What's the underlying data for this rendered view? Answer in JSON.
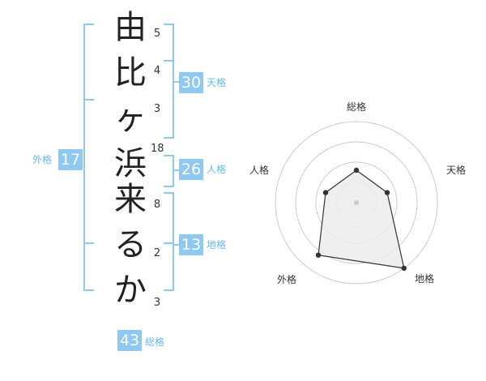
{
  "name_chars": [
    "由",
    "比",
    "ヶ",
    "浜",
    "来",
    "る",
    "か"
  ],
  "strokes": [
    "5",
    "4",
    "3",
    "18",
    "8",
    "2",
    "3"
  ],
  "kakus": {
    "tenkaku": {
      "value": "30",
      "label": "天格"
    },
    "jinkaku": {
      "value": "26",
      "label": "人格"
    },
    "chikaku": {
      "value": "13",
      "label": "地格"
    },
    "gaikaku": {
      "value": "17",
      "label": "外格"
    },
    "soukaku": {
      "value": "43",
      "label": "総格"
    }
  },
  "radar": {
    "labels": {
      "soukaku": "総格",
      "tenkaku": "天格",
      "chikaku": "地格",
      "gaikaku": "外格",
      "jinkaku": "人格"
    },
    "chart_data": {
      "type": "radar",
      "categories": [
        "総格",
        "天格",
        "地格",
        "外格",
        "人格"
      ],
      "values": [
        2,
        2,
        5,
        4,
        2
      ],
      "max": 5,
      "rings": 4,
      "fill_color": "#ececec",
      "line_color": "#333333",
      "ring_color": "#cccccc"
    }
  },
  "colors": {
    "accent": "#8ec9f4",
    "accent_text": "#66b9ee",
    "bracket": "#8ec9f4"
  }
}
